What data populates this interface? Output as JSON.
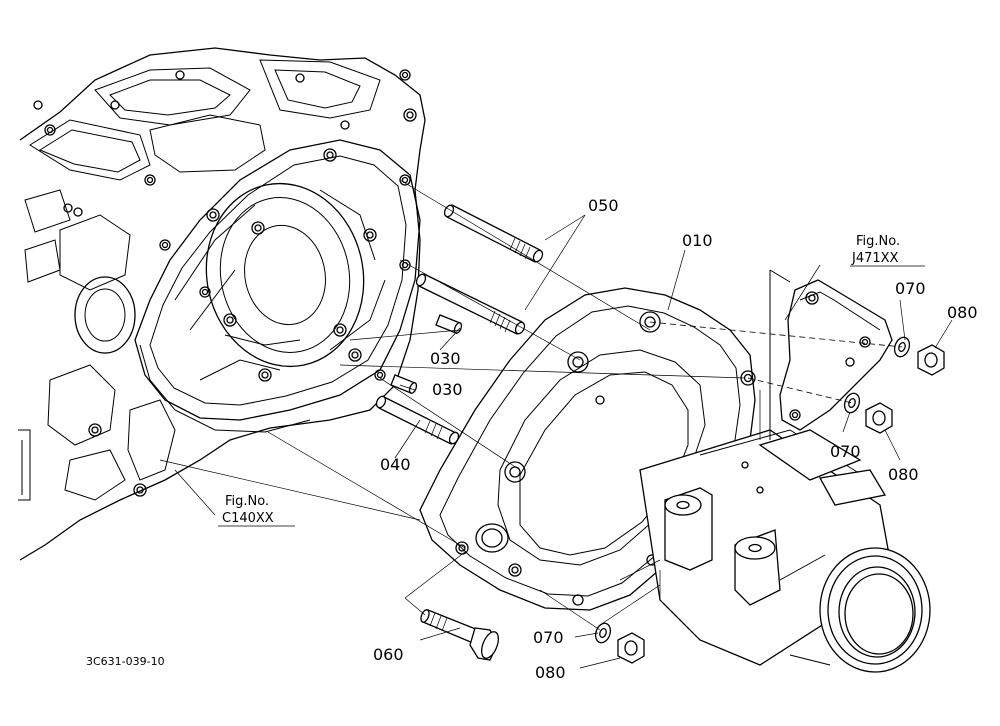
{
  "parts": {
    "p010": "010",
    "p050": "050",
    "p030a": "030",
    "p030b": "030",
    "p040": "040",
    "p060": "060",
    "p070a": "070",
    "p070b": "070",
    "p070c": "070",
    "p080a": "080",
    "p080b": "080",
    "p080c": "080"
  },
  "refs": {
    "j_fig": "Fig.No.",
    "j_code": "J471XX",
    "c_fig": "Fig.No.",
    "c_code": "C140XX"
  },
  "drawing_code": "3C631-039-10"
}
